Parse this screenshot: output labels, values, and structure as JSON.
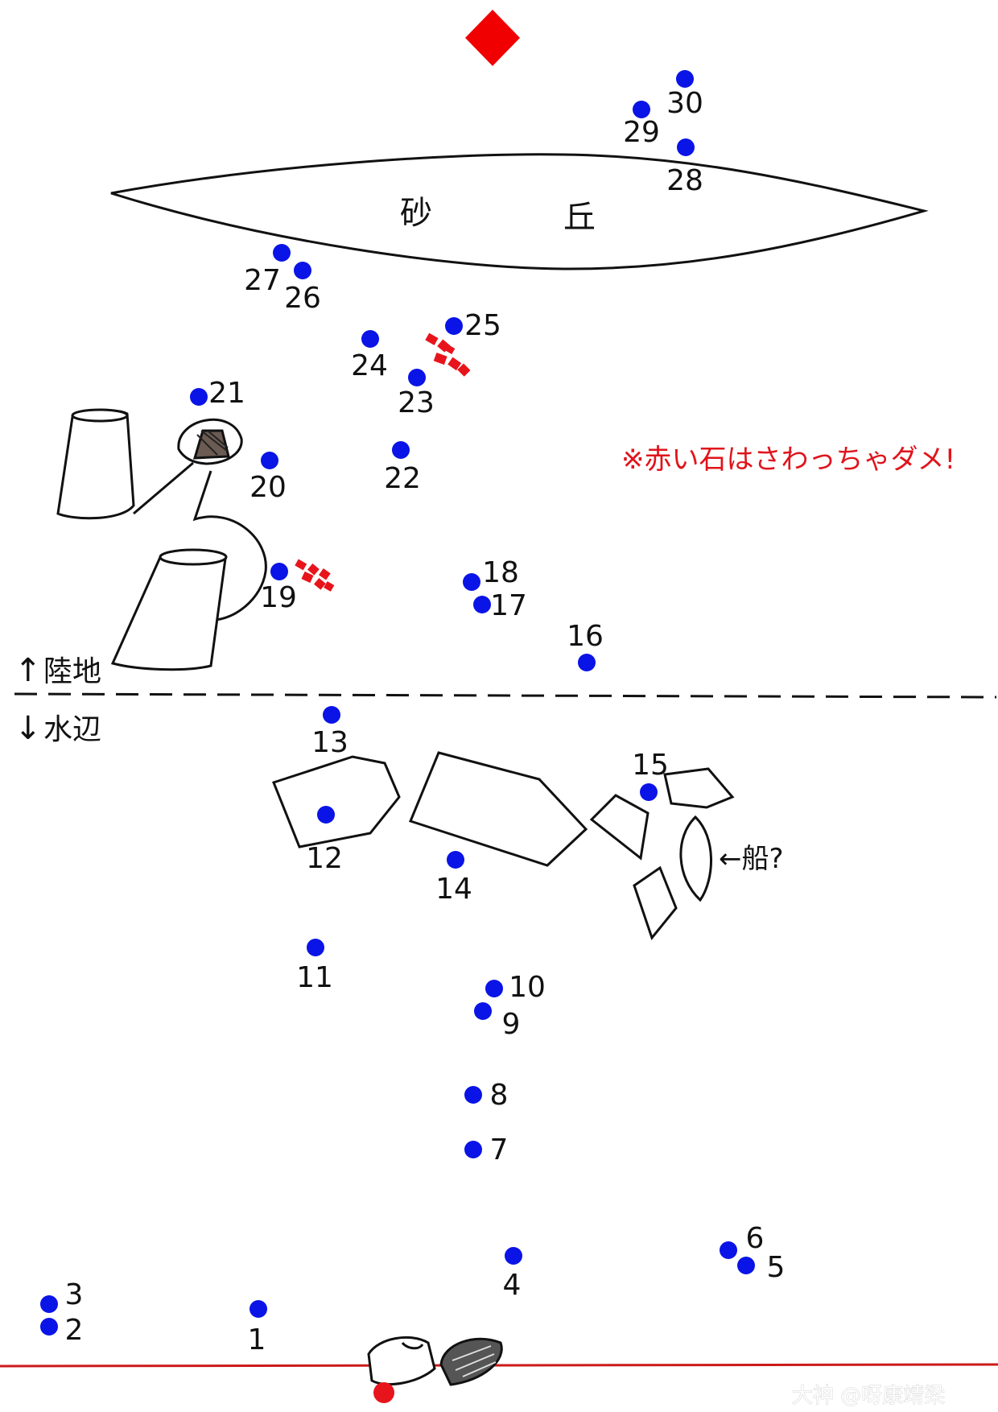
{
  "labels": {
    "sand_dune": [
      "砂",
      "丘"
    ],
    "land": "陸地",
    "land_arrow": "↑",
    "water": "水辺",
    "water_arrow": "↓",
    "boat": "←船?",
    "warning": "※赤い石はさわっちゃダメ!",
    "watermark": "大神 @呀康靖梁"
  },
  "points": [
    {
      "n": "1"
    },
    {
      "n": "2"
    },
    {
      "n": "3"
    },
    {
      "n": "4"
    },
    {
      "n": "5"
    },
    {
      "n": "6"
    },
    {
      "n": "7"
    },
    {
      "n": "8"
    },
    {
      "n": "9"
    },
    {
      "n": "10"
    },
    {
      "n": "11"
    },
    {
      "n": "12"
    },
    {
      "n": "13"
    },
    {
      "n": "14"
    },
    {
      "n": "15"
    },
    {
      "n": "16"
    },
    {
      "n": "17"
    },
    {
      "n": "18"
    },
    {
      "n": "19"
    },
    {
      "n": "20"
    },
    {
      "n": "21"
    },
    {
      "n": "22"
    },
    {
      "n": "23"
    },
    {
      "n": "24"
    },
    {
      "n": "25"
    },
    {
      "n": "26"
    },
    {
      "n": "27"
    },
    {
      "n": "28"
    },
    {
      "n": "29"
    },
    {
      "n": "30"
    }
  ],
  "colors": {
    "point": "#0a14e6",
    "danger": "#e8141c",
    "line": "#111111",
    "shore": "#cc1a1a"
  }
}
